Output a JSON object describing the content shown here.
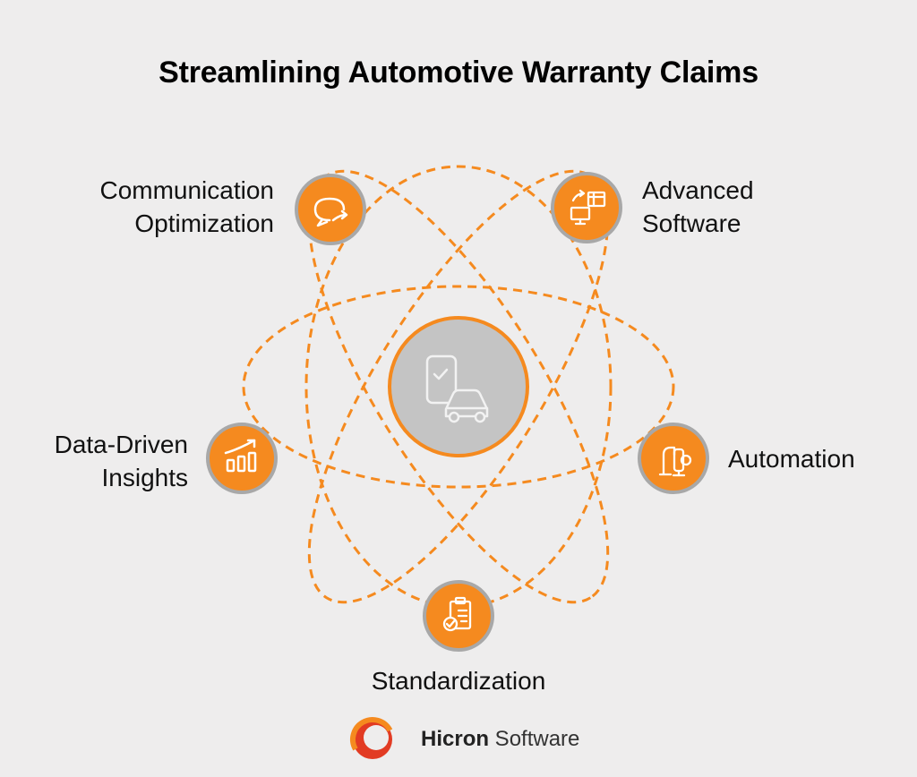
{
  "title": "Streamlining Automotive Warranty Claims",
  "center": {
    "icon": "phone-and-car-icon"
  },
  "nodes": [
    {
      "id": "communication",
      "line1": "Communication",
      "line2": "Optimization",
      "icon": "chat-bubble-arrow-icon"
    },
    {
      "id": "advanced",
      "line1": "Advanced",
      "line2": "Software",
      "icon": "computer-sync-icon"
    },
    {
      "id": "data",
      "line1": "Data-Driven",
      "line2": "Insights",
      "icon": "bar-chart-trend-icon"
    },
    {
      "id": "automation",
      "line1": "Automation",
      "line2": "",
      "icon": "robotic-arm-icon"
    },
    {
      "id": "standardization",
      "line1": "Standardization",
      "line2": "",
      "icon": "clipboard-check-icon"
    }
  ],
  "logo": {
    "brand": "Hicron",
    "suffix": " Software"
  },
  "colors": {
    "background": "#eeeded",
    "accent": "#f58a1f",
    "node_border": "#a8a8a8",
    "center_fill": "#c4c4c4",
    "text": "#111111"
  }
}
